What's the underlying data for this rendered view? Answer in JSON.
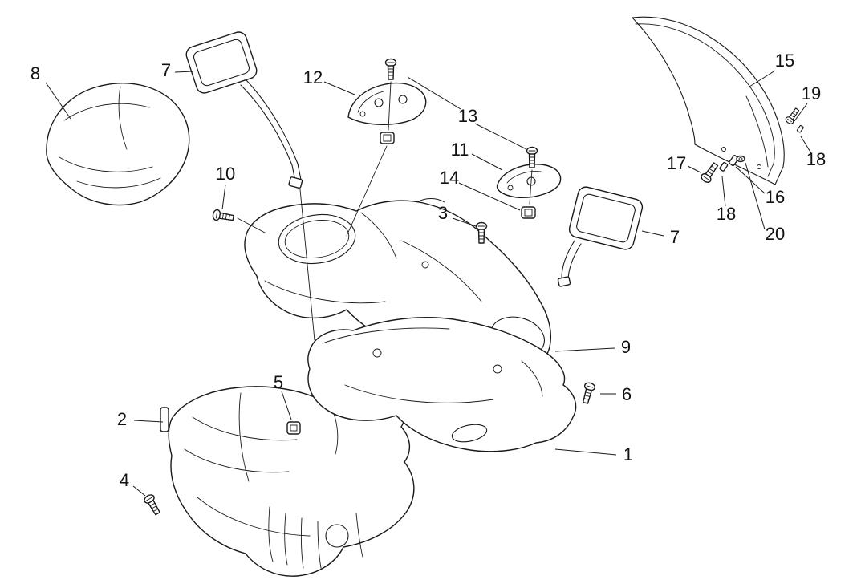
{
  "diagram": {
    "background_color": "#ffffff",
    "line_color": "#1a1a1a",
    "labels": {
      "part8": "8",
      "part7_left": "7",
      "part12": "12",
      "part13": "13",
      "part11": "11",
      "part10": "10",
      "part14": "14",
      "part15": "15",
      "part19": "19",
      "part18_right": "18",
      "part17": "17",
      "part16": "16",
      "part18_left": "18",
      "part20": "20",
      "part3": "3",
      "part7_right": "7",
      "part9": "9",
      "part6": "6",
      "part2": "2",
      "part5": "5",
      "part4": "4",
      "part1": "1"
    }
  }
}
